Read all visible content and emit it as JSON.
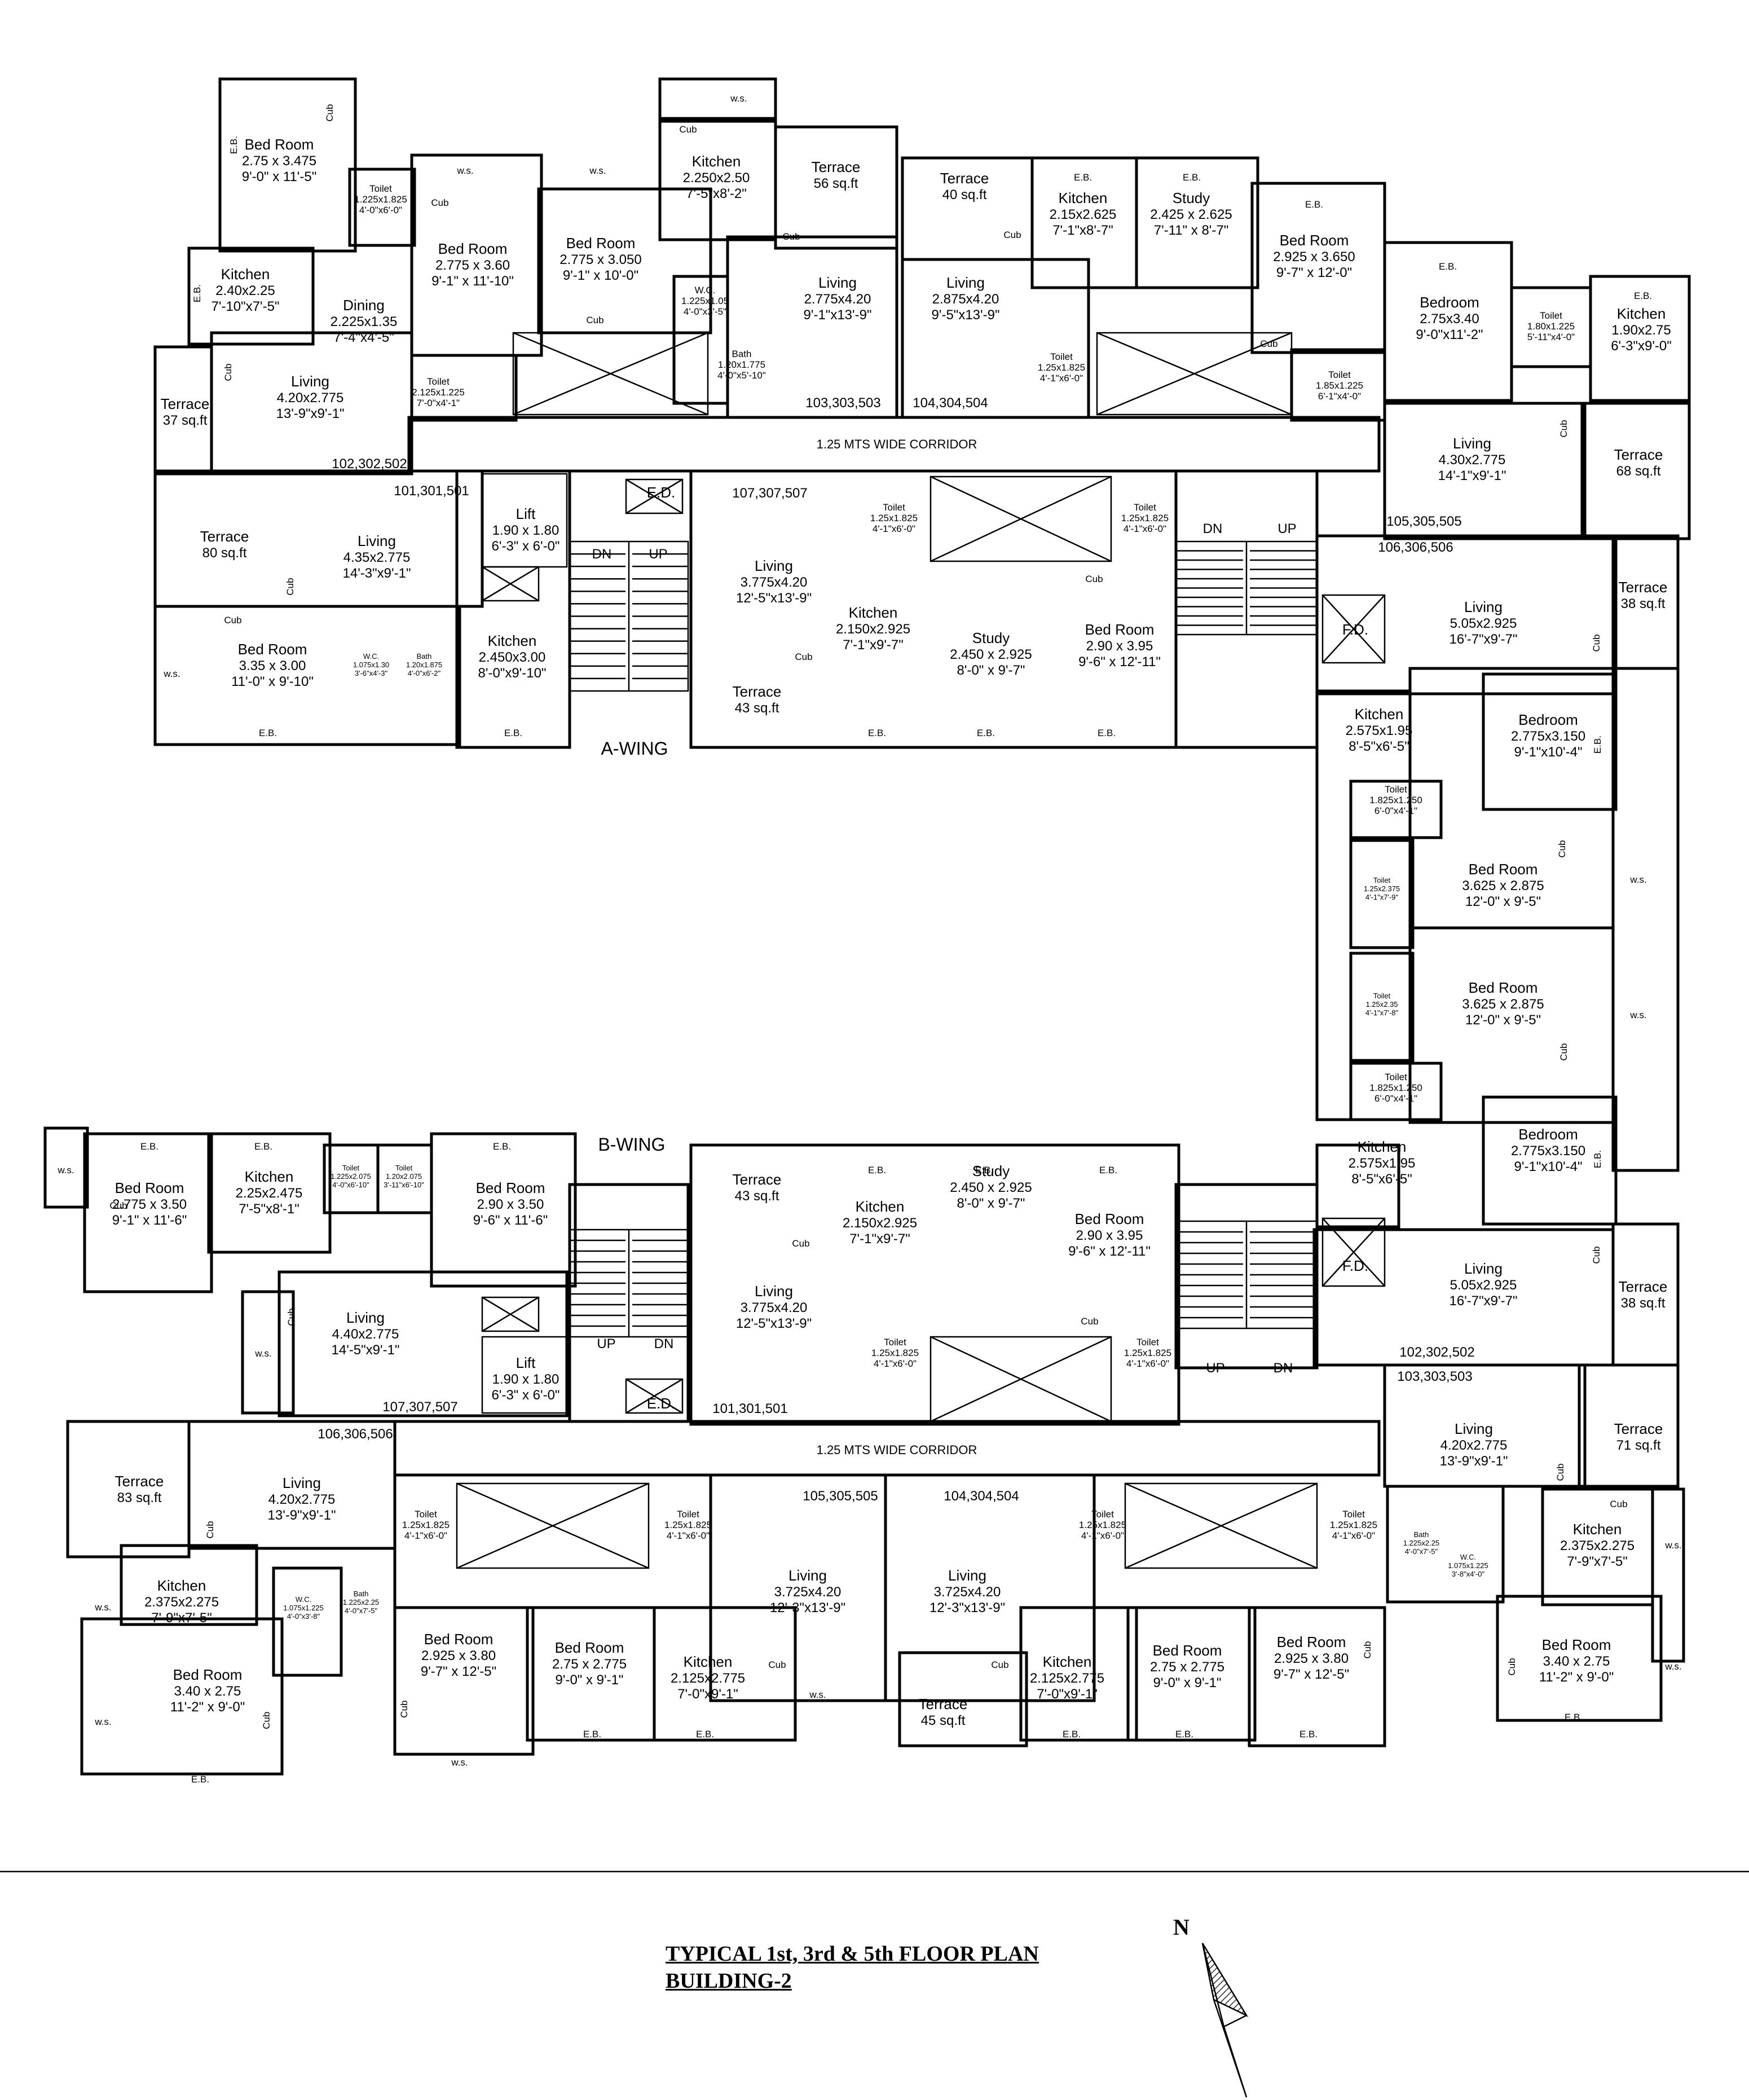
{
  "title": {
    "line1": "TYPICAL 1st, 3rd & 5th FLOOR PLAN",
    "line2": "BUILDING-2"
  },
  "north": {
    "label": "N"
  },
  "wings": {
    "a": "A-WING",
    "b": "B-WING"
  },
  "corridor": "1.25 MTS WIDE CORRIDOR",
  "lift": {
    "name": "Lift",
    "metric": "1.90 x 1.80",
    "imperial": "6'-3\" x 6'-0\""
  },
  "stairs": {
    "up": "UP",
    "down": "DN"
  },
  "ducts": {
    "ed": "E.D.",
    "fd": "F.D."
  },
  "flat_numbers": {
    "a_101": "101,301,501",
    "a_102": "102,302,502",
    "a_103": "103,303,503",
    "a_104": "104,304,504",
    "a_105": "105,305,505",
    "a_106": "106,306,506",
    "a_107": "107,307,507",
    "b_101": "101,301,501",
    "b_102": "102,302,502",
    "b_103": "103,303,503",
    "b_104": "104,304,504",
    "b_105": "105,305,505",
    "b_106": "106,306,506",
    "b_107": "107,307,507"
  },
  "marks": {
    "eb": "E.B.",
    "ws": "w.s.",
    "cub": "Cub"
  },
  "rooms": {
    "r1": {
      "name": "Bed Room",
      "metric": "2.75 x 3.475",
      "imperial": "9'-0\" x 11'-5\""
    },
    "r2": {
      "name": "Kitchen",
      "metric": "2.40x2.25",
      "imperial": "7'-10\"x7'-5\""
    },
    "r3": {
      "name": "Toilet",
      "metric": "1.225x1.825",
      "imperial": "4'-0\"x6'-0\""
    },
    "r4": {
      "name": "Bed Room",
      "metric": "2.775 x 3.60",
      "imperial": "9'-1\" x 11'-10\""
    },
    "r5": {
      "name": "Dining",
      "metric": "2.225x1.35",
      "imperial": "7'-4\"x4'-5\""
    },
    "r6": {
      "name": "Living",
      "metric": "4.20x2.775",
      "imperial": "13'-9\"x9'-1\""
    },
    "r7": {
      "name": "Terrace",
      "area": "37 sq.ft"
    },
    "r8": {
      "name": "Toilet",
      "metric": "2.125x1.225",
      "imperial": "7'-0\"x4'-1\""
    },
    "r9": {
      "name": "Bed Room",
      "metric": "2.775 x 3.050",
      "imperial": "9'-1\" x 10'-0\""
    },
    "r10": {
      "name": "W.C.",
      "metric": "1.225x1.05",
      "imperial": "4'-0\"x3'-5\""
    },
    "r11": {
      "name": "Bath",
      "metric": "1.20x1.775",
      "imperial": "4'-0\"x5'-10\""
    },
    "r12": {
      "name": "Kitchen",
      "metric": "2.250x2.50",
      "imperial": "7'-5\"x8'-2\""
    },
    "r13": {
      "name": "Terrace",
      "area": "56 sq.ft"
    },
    "r14": {
      "name": "Living",
      "metric": "2.775x4.20",
      "imperial": "9'-1\"x13'-9\""
    },
    "r15": {
      "name": "Terrace",
      "area": "40 sq.ft"
    },
    "r16": {
      "name": "Living",
      "metric": "2.875x4.20",
      "imperial": "9'-5\"x13'-9\""
    },
    "r17": {
      "name": "Kitchen",
      "metric": "2.15x2.625",
      "imperial": "7'-1\"x8'-7\""
    },
    "r18": {
      "name": "Study",
      "metric": "2.425 x 2.625",
      "imperial": "7'-11\" x 8'-7\""
    },
    "r19": {
      "name": "Toilet",
      "metric": "1.25x1.825",
      "imperial": "4'-1\"x6'-0\""
    },
    "r20": {
      "name": "Bed Room",
      "metric": "2.925 x 3.650",
      "imperial": "9'-7\" x 12'-0\""
    },
    "r21": {
      "name": "Toilet",
      "metric": "1.85x1.225",
      "imperial": "6'-1\"x4'-0\""
    },
    "r22": {
      "name": "Bedroom",
      "metric": "2.75x3.40",
      "imperial": "9'-0\"x11'-2\""
    },
    "r23": {
      "name": "Toilet",
      "metric": "1.80x1.225",
      "imperial": "5'-11\"x4'-0\""
    },
    "r24": {
      "name": "Kitchen",
      "metric": "1.90x2.75",
      "imperial": "6'-3\"x9'-0\""
    },
    "r25": {
      "name": "Living",
      "metric": "4.30x2.775",
      "imperial": "14'-1\"x9'-1\""
    },
    "r26": {
      "name": "Terrace",
      "area": "68 sq.ft"
    },
    "r27": {
      "name": "Terrace",
      "area": "80 sq.ft"
    },
    "r28": {
      "name": "Living",
      "metric": "4.35x2.775",
      "imperial": "14'-3\"x9'-1\""
    },
    "r29": {
      "name": "Bed Room",
      "metric": "3.35 x 3.00",
      "imperial": "11'-0\" x 9'-10\""
    },
    "r30": {
      "name": "W.C.",
      "metric": "1.075x1.30",
      "imperial": "3'-6\"x4'-3\""
    },
    "r31": {
      "name": "Bath",
      "metric": "1.20x1.875",
      "imperial": "4'-0\"x6'-2\""
    },
    "r32": {
      "name": "Kitchen",
      "metric": "2.450x3.00",
      "imperial": "8'-0\"x9'-10\""
    },
    "r33": {
      "name": "Living",
      "metric": "3.775x4.20",
      "imperial": "12'-5\"x13'-9\""
    },
    "r34": {
      "name": "Toilet",
      "metric": "1.25x1.825",
      "imperial": "4'-1\"x6'-0\""
    },
    "r35": {
      "name": "Toilet",
      "metric": "1.25x1.825",
      "imperial": "4'-1\"x6'-0\""
    },
    "r36": {
      "name": "Terrace",
      "area": "43 sq.ft"
    },
    "r37": {
      "name": "Kitchen",
      "metric": "2.150x2.925",
      "imperial": "7'-1\"x9'-7\""
    },
    "r38": {
      "name": "Study",
      "metric": "2.450 x 2.925",
      "imperial": "8'-0\" x 9'-7\""
    },
    "r39": {
      "name": "Bed Room",
      "metric": "2.90 x 3.95",
      "imperial": "9'-6\" x 12'-11\""
    },
    "r40": {
      "name": "Living",
      "metric": "5.05x2.925",
      "imperial": "16'-7\"x9'-7\""
    },
    "r41": {
      "name": "Terrace",
      "area": "38 sq.ft"
    },
    "r42": {
      "name": "Kitchen",
      "metric": "2.575x1.95",
      "imperial": "8'-5\"x6'-5\""
    },
    "r43": {
      "name": "Bedroom",
      "metric": "2.775x3.150",
      "imperial": "9'-1\"x10'-4\""
    },
    "r44": {
      "name": "Toilet",
      "metric": "1.825x1.250",
      "imperial": "6'-0\"x4'-1\""
    },
    "r45": {
      "name": "Toilet",
      "metric": "1.25x2.375",
      "imperial": "4'-1\"x7'-9\""
    },
    "r46": {
      "name": "Bed Room",
      "metric": "3.625 x 2.875",
      "imperial": "12'-0\" x 9'-5\""
    },
    "r47": {
      "name": "Toilet",
      "metric": "1.25x2.35",
      "imperial": "4'-1\"x7'-8\""
    },
    "r48": {
      "name": "Bed Room",
      "metric": "3.625 x 2.875",
      "imperial": "12'-0\" x 9'-5\""
    },
    "r49": {
      "name": "Toilet",
      "metric": "1.825x1.250",
      "imperial": "6'-0\"x4'-1\""
    },
    "r50": {
      "name": "Kitchen",
      "metric": "2.575x1.95",
      "imperial": "8'-5\"x6'-5\""
    },
    "r51": {
      "name": "Bedroom",
      "metric": "2.775x3.150",
      "imperial": "9'-1\"x10'-4\""
    },
    "r52": {
      "name": "Living",
      "metric": "5.05x2.925",
      "imperial": "16'-7\"x9'-7\""
    },
    "r53": {
      "name": "Terrace",
      "area": "38 sq.ft"
    },
    "r54": {
      "name": "Bed Room",
      "metric": "2.775 x 3.50",
      "imperial": "9'-1\" x 11'-6\""
    },
    "r55": {
      "name": "Kitchen",
      "metric": "2.25x2.475",
      "imperial": "7'-5\"x8'-1\""
    },
    "r56": {
      "name": "Toilet",
      "metric": "1.225x2.075",
      "imperial": "4'-0\"x6'-10\""
    },
    "r57": {
      "name": "Toilet",
      "metric": "1.20x2.075",
      "imperial": "3'-11\"x6'-10\""
    },
    "r58": {
      "name": "Bed Room",
      "metric": "2.90 x 3.50",
      "imperial": "9'-6\" x 11'-6\""
    },
    "r59": {
      "name": "Living",
      "metric": "4.40x2.775",
      "imperial": "14'-5\"x9'-1\""
    },
    "r60": {
      "name": "Terrace",
      "area": "43 sq.ft"
    },
    "r61": {
      "name": "Kitchen",
      "metric": "2.150x2.925",
      "imperial": "7'-1\"x9'-7\""
    },
    "r62": {
      "name": "Study",
      "metric": "2.450 x 2.925",
      "imperial": "8'-0\" x 9'-7\""
    },
    "r63": {
      "name": "Bed Room",
      "metric": "2.90 x 3.95",
      "imperial": "9'-6\" x 12'-11\""
    },
    "r64": {
      "name": "Living",
      "metric": "3.775x4.20",
      "imperial": "12'-5\"x13'-9\""
    },
    "r65": {
      "name": "Toilet",
      "metric": "1.25x1.825",
      "imperial": "4'-1\"x6'-0\""
    },
    "r66": {
      "name": "Toilet",
      "metric": "1.25x1.825",
      "imperial": "4'-1\"x6'-0\""
    },
    "r67": {
      "name": "Terrace",
      "area": "83 sq.ft"
    },
    "r68": {
      "name": "Living",
      "metric": "4.20x2.775",
      "imperial": "13'-9\"x9'-1\""
    },
    "r69": {
      "name": "Kitchen",
      "metric": "2.375x2.275",
      "imperial": "7'-9\"x7'-5\""
    },
    "r70": {
      "name": "W.C.",
      "metric": "1.075x1.225",
      "imperial": "4'-0\"x3'-8\""
    },
    "r71": {
      "name": "Bath",
      "metric": "1.225x2.25",
      "imperial": "4'-0\"x7'-5\""
    },
    "r72": {
      "name": "Bed Room",
      "metric": "3.40 x 2.75",
      "imperial": "11'-2\" x 9'-0\""
    },
    "r73": {
      "name": "Toilet",
      "metric": "1.25x1.825",
      "imperial": "4'-1\"x6'-0\""
    },
    "r74": {
      "name": "Toilet",
      "metric": "1.25x1.825",
      "imperial": "4'-1\"x6'-0\""
    },
    "r75": {
      "name": "Bed Room",
      "metric": "2.925 x 3.80",
      "imperial": "9'-7\" x 12'-5\""
    },
    "r76": {
      "name": "Bed Room",
      "metric": "2.75 x 2.775",
      "imperial": "9'-0\" x 9'-1\""
    },
    "r77": {
      "name": "Kitchen",
      "metric": "2.125x2.775",
      "imperial": "7'-0\"x9'-1\""
    },
    "r78": {
      "name": "Living",
      "metric": "3.725x4.20",
      "imperial": "12'-3\"x13'-9\""
    },
    "r79": {
      "name": "Living",
      "metric": "3.725x4.20",
      "imperial": "12'-3\"x13'-9\""
    },
    "r80": {
      "name": "Terrace",
      "area": "45 sq.ft"
    },
    "r81": {
      "name": "Kitchen",
      "metric": "2.125x2.775",
      "imperial": "7'-0\"x9'-1\""
    },
    "r82": {
      "name": "Bed Room",
      "metric": "2.75 x 2.775",
      "imperial": "9'-0\" x 9'-1\""
    },
    "r83": {
      "name": "Toilet",
      "metric": "1.25x1.825",
      "imperial": "4'-1\"x6'-0\""
    },
    "r84": {
      "name": "Toilet",
      "metric": "1.25x1.825",
      "imperial": "4'-1\"x6'-0\""
    },
    "r85": {
      "name": "Bed Room",
      "metric": "2.925 x 3.80",
      "imperial": "9'-7\" x 12'-5\""
    },
    "r86": {
      "name": "Living",
      "metric": "4.20x2.775",
      "imperial": "13'-9\"x9'-1\""
    },
    "r87": {
      "name": "Terrace",
      "area": "71 sq.ft"
    },
    "r88": {
      "name": "Bath",
      "metric": "1.225x2.25",
      "imperial": "4'-0\"x7'-5\""
    },
    "r89": {
      "name": "W.C.",
      "metric": "1.075x1.225",
      "imperial": "3'-8\"x4'-0\""
    },
    "r90": {
      "name": "Kitchen",
      "metric": "2.375x2.275",
      "imperial": "7'-9\"x7'-5\""
    },
    "r91": {
      "name": "Bed Room",
      "metric": "3.40 x 2.75",
      "imperial": "11'-2\" x 9'-0\""
    }
  }
}
